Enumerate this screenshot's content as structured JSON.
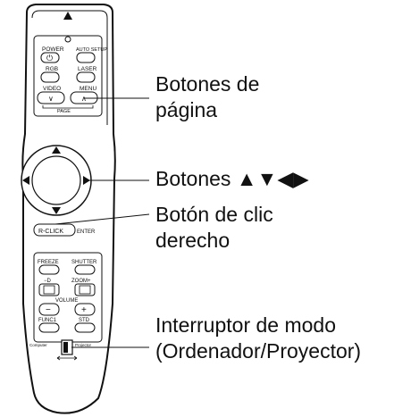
{
  "remote": {
    "power_label": "POWER",
    "auto_setup_label": "AUTO SETUP",
    "rgb_label": "RGB",
    "laser_label": "LASER",
    "video_label": "VIDEO",
    "menu_label": "MENU",
    "page_label": "PAGE",
    "rclick_label": "R-CLICK",
    "enter_label": "ENTER",
    "freeze_label": "FREEZE",
    "shutter_label": "SHUTTER",
    "dzoom_minus_label": "−D",
    "dzoom_plus_label": "ZOOM+",
    "volume_label": "VOLUME",
    "func1_label": "FUNC1",
    "std_label": "STD",
    "computer_label": "Computer",
    "projector_label": "Projector",
    "minus_sign": "−",
    "plus_sign": "+"
  },
  "callouts": {
    "page_buttons": [
      "Botones de",
      "página"
    ],
    "arrow_buttons": "Botones ▲▼◀▶",
    "right_click": [
      "Botón de clic",
      "derecho"
    ],
    "mode_switch": [
      "Interruptor de modo",
      "(Ordenador/Proyector)"
    ]
  }
}
